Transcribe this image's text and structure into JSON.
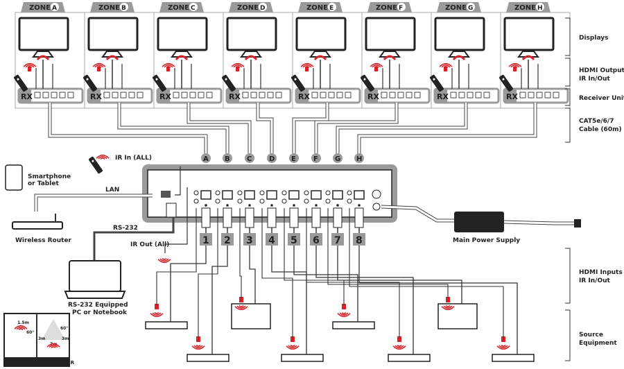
{
  "zones": [
    {
      "prefix": "ZONE",
      "letter": "A"
    },
    {
      "prefix": "ZONE",
      "letter": "B"
    },
    {
      "prefix": "ZONE",
      "letter": "C"
    },
    {
      "prefix": "ZONE",
      "letter": "D"
    },
    {
      "prefix": "ZONE",
      "letter": "E"
    },
    {
      "prefix": "ZONE",
      "letter": "F"
    },
    {
      "prefix": "ZONE",
      "letter": "G"
    },
    {
      "prefix": "ZONE",
      "letter": "H"
    }
  ],
  "receiver_label": "RX",
  "inputs": [
    "1",
    "2",
    "3",
    "4",
    "5",
    "6",
    "7",
    "8"
  ],
  "side_labels": {
    "displays": "Displays",
    "hdmi_outputs": [
      "HDMI Outputs",
      "IR In/Out"
    ],
    "receiver_units": "Receiver Units",
    "cable": [
      "CAT5e/6/7",
      "Cable (60m)"
    ],
    "hdmi_inputs": [
      "HDMI Inputs",
      "IR In/Out"
    ],
    "source_equipment": [
      "Source",
      "Equipment"
    ]
  },
  "left_labels": {
    "smartphone": [
      "Smartphone",
      "or Tablet"
    ],
    "ir_in_all": "IR In (ALL)",
    "lan": "LAN",
    "wireless_router": "Wireless Router",
    "rs232": "RS-232",
    "ir_out_all": "IR Out (All)",
    "pc": [
      "RS-232 Equipped",
      "PC or Notebook"
    ]
  },
  "power_supply": "Main Power Supply",
  "legend": {
    "ir_blaster": "IR BLASTER",
    "ir_extender": "IR EXTENDER",
    "blaster_range": "1.5m",
    "blaster_angle": "60°",
    "extender_side": "3m",
    "extender_range": "7m",
    "extender_angle": "60°"
  },
  "colors": {
    "accent": "#d92027",
    "box": "#9a9a9a",
    "line": "#333333",
    "cable": "#bdbdbd"
  }
}
